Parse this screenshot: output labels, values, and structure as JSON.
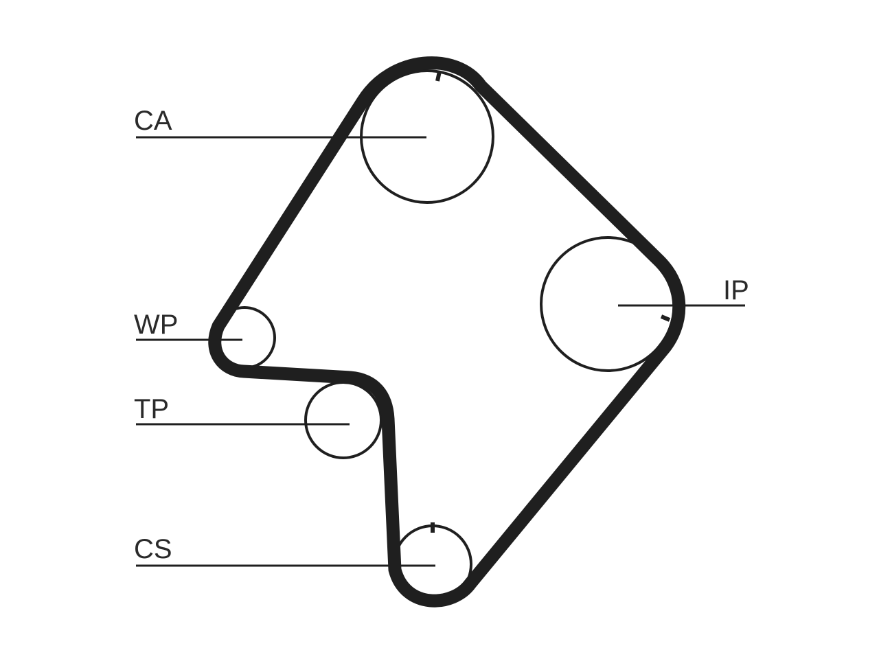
{
  "diagram": {
    "labels": {
      "ca": "CA",
      "wp": "WP",
      "tp": "TP",
      "cs": "CS",
      "ip": "IP"
    },
    "colors": {
      "ink": "#1f1f1f",
      "background": "#ffffff"
    }
  }
}
